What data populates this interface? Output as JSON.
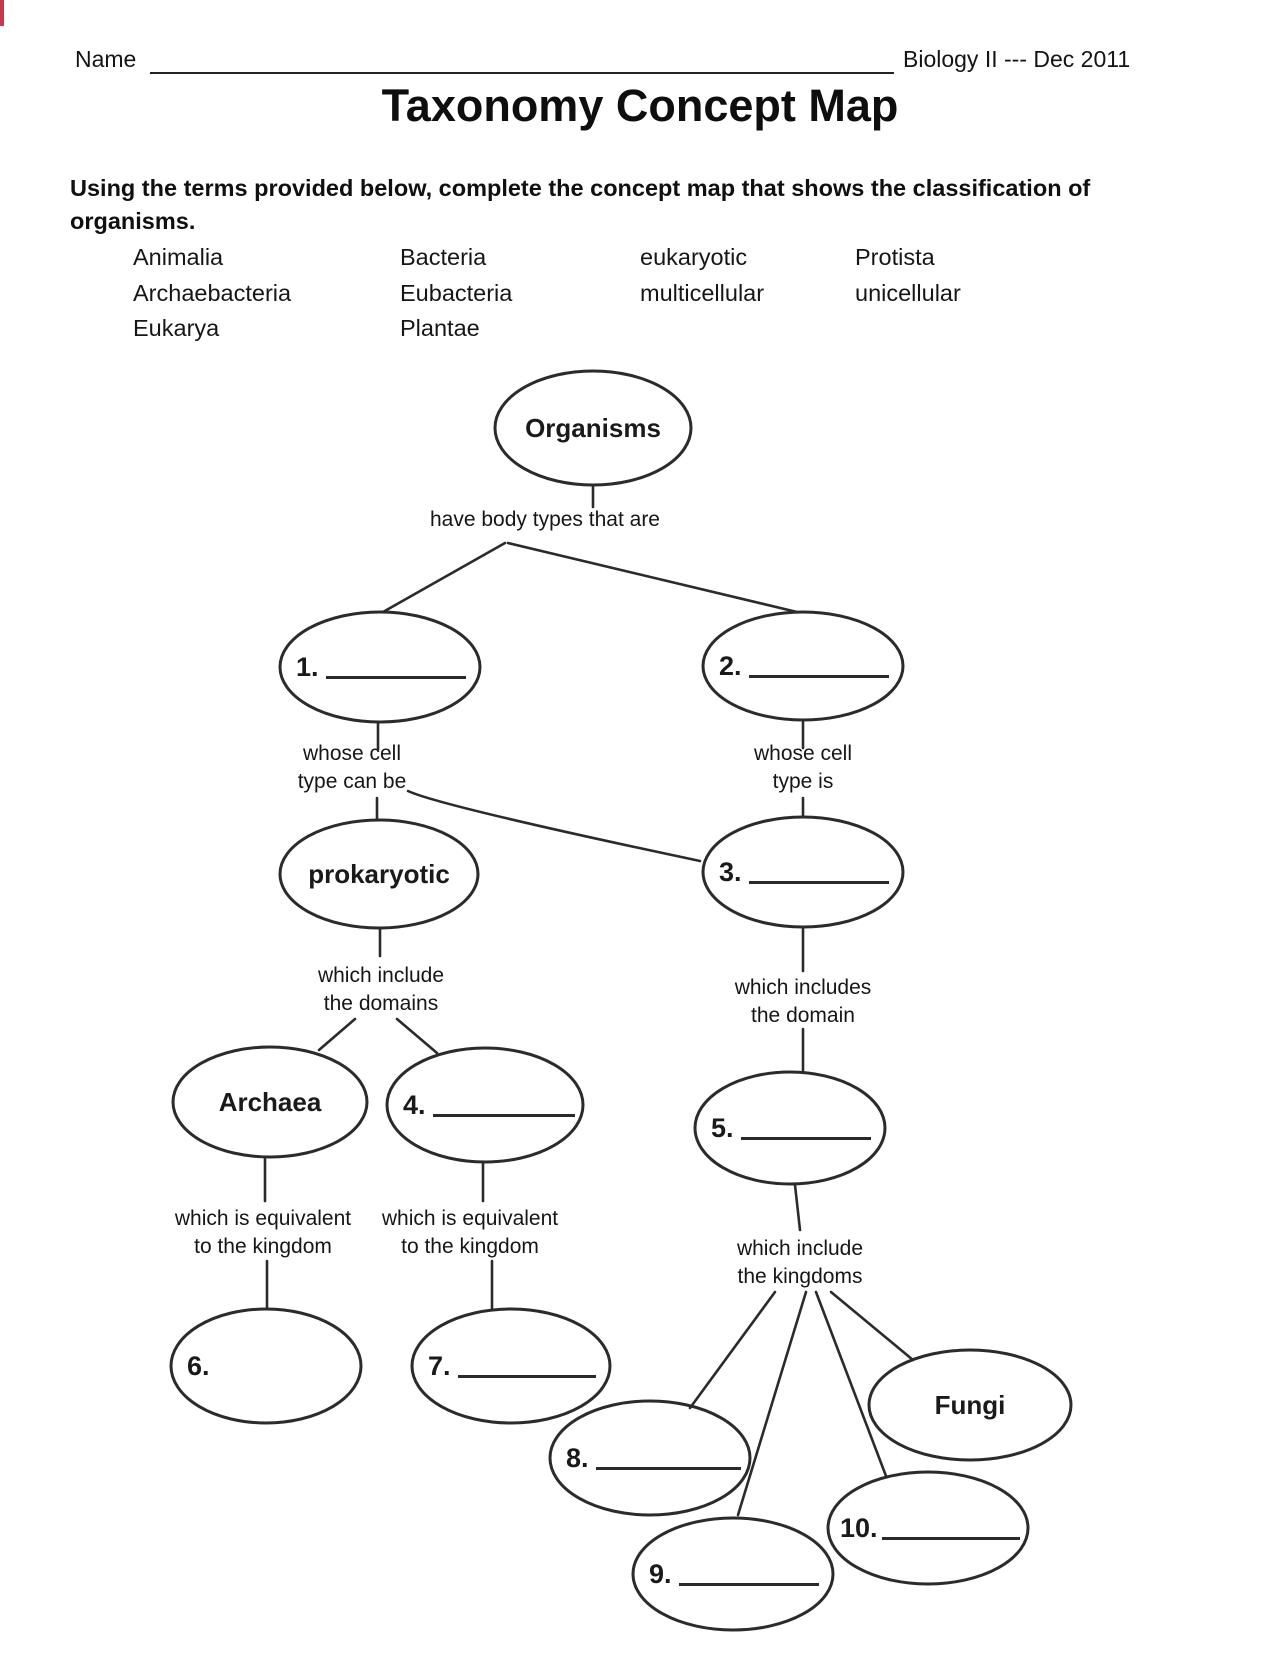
{
  "header": {
    "name_label": "Name",
    "course_label": "Biology II --- Dec 2011",
    "title": "Taxonomy Concept Map"
  },
  "instructions": "Using the terms provided below, complete the concept map that shows the classification of organisms.",
  "word_bank": {
    "col1": [
      "Animalia",
      "Archaebacteria",
      "Eukarya"
    ],
    "col2": [
      "Bacteria",
      "Eubacteria",
      "Plantae"
    ],
    "col3": [
      "eukaryotic",
      "multicellular"
    ],
    "col4": [
      "Protista",
      "unicellular"
    ]
  },
  "concept_map": {
    "nodes": {
      "organisms": "Organisms",
      "prokaryotic": "prokaryotic",
      "archaea": "Archaea",
      "fungi": "Fungi",
      "blank1": "1.",
      "blank2": "2.",
      "blank3": "3.",
      "blank4": "4.",
      "blank5": "5.",
      "blank6": "6.",
      "blank7": "7.",
      "blank8": "8.",
      "blank9": "9.",
      "blank10": "10."
    },
    "connectors": {
      "have_body_types": "have body types that are",
      "whose_cell_type_can_be": "whose cell\ntype can be",
      "whose_cell_type_is": "whose cell\ntype is",
      "which_include_domains": "which include\nthe domains",
      "which_includes_domain": "which includes\nthe domain",
      "equivalent_kingdom_left": "which is equivalent\nto the kingdom",
      "equivalent_kingdom_right": "which is equivalent\nto the kingdom",
      "which_include_kingdoms": "which include\nthe kingdoms"
    }
  }
}
